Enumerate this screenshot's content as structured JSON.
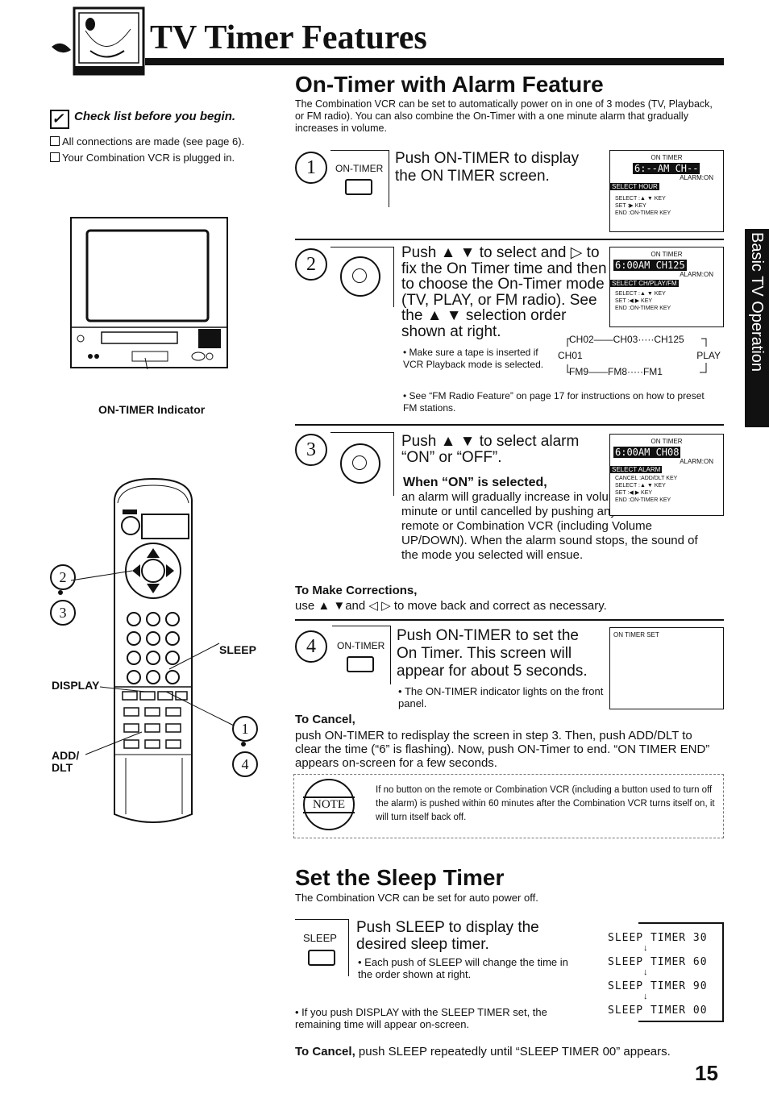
{
  "header": {
    "title": "TV Timer Features",
    "subtitle": "On-Timer with Alarm Feature"
  },
  "checklist": {
    "heading": "Check list before you begin.",
    "items": [
      "All connections are made (see page 6).",
      "Your Combination VCR is plugged in."
    ]
  },
  "figures": {
    "tv_caption": "ON-TIMER Indicator",
    "remote_labels": {
      "sleep": "SLEEP",
      "display": "DISPLAY",
      "add_dlt": "ADD/\nDLT",
      "step2": "2",
      "step3": "3",
      "step1": "1",
      "step4": "4"
    }
  },
  "intro": "The Combination VCR can be set to automatically power on in one of 3 modes (TV, Playback, or FM radio). You can also combine the On-Timer with a one minute alarm that gradually increases in volume.",
  "steps": [
    {
      "number": "1",
      "button": "ON-TIMER",
      "text": "Push ON-TIMER to display the ON TIMER screen.",
      "screen": {
        "line1": "ON TIMER",
        "line2": "6:--AM CH--",
        "line3": "ALARM:ON",
        "bar": "SELECT HOUR",
        "keys": [
          "SELECT :▲ ▼ KEY",
          "SET :▶ KEY",
          "END :ON-TIMER KEY"
        ]
      }
    },
    {
      "number": "2",
      "text": "Push ▲ ▼ to select and ▷ to fix the On Timer time and then to choose the On-Timer mode (TV, PLAY, or FM radio). See the ▲ ▼ selection order shown at right.",
      "bullets": [
        "Make sure a tape is inserted if VCR Playback mode is selected.",
        "See “FM Radio Feature” on page 17 for instructions on how to preset FM stations."
      ],
      "order": {
        "row1": "CH02——CH03·····CH125",
        "left": "CH01",
        "right": "PLAY",
        "row3": "FM9——FM8·····FM1"
      },
      "screen": {
        "line1": "ON TIMER",
        "line2": "6:00AM CH125",
        "line3": "ALARM:ON",
        "bar": "SELECT CH/PLAY/FM",
        "keys": [
          "SELECT :▲ ▼ KEY",
          "SET :◀ ▶ KEY",
          "END :ON-TIMER KEY"
        ]
      }
    },
    {
      "number": "3",
      "text": "Push ▲ ▼ to select alarm “ON” or “OFF”.",
      "when_heading": "When “ON” is selected,",
      "when_text": "an alarm will gradually increase in volume for one minute or until cancelled by pushing any button on the remote or Combination VCR (including Volume UP/DOWN). When the alarm sound stops, the sound of the mode you selected will ensue.",
      "screen": {
        "line1": "ON TIMER",
        "line2": "6:00AM CH08",
        "line3": "ALARM:ON",
        "bar": "SELECT ALARM",
        "keys": [
          "CANCEL :ADD/DLT KEY",
          "SELECT :▲ ▼ KEY",
          "SET :◀ ▶ KEY",
          "END :ON-TIMER KEY"
        ]
      }
    },
    {
      "number": "4",
      "button": "ON-TIMER",
      "text": "Push ON-TIMER to set the On Timer. This screen will appear for about 5 seconds.",
      "bullet": "The ON-TIMER indicator lights on the front panel.",
      "screen": {
        "line1": "ON TIMER SET"
      }
    }
  ],
  "corrections": {
    "heading": "To Make Corrections,",
    "text": "use ▲ ▼and ◁ ▷ to move back and correct as necessary."
  },
  "cancel": {
    "heading": "To Cancel,",
    "text": "push ON-TIMER to redisplay the screen in step 3. Then, push ADD/DLT to clear the time (“6” is flashing). Now, push ON-Timer to end. “ON TIMER END” appears on-screen for a few seconds."
  },
  "note": {
    "label": "NOTE",
    "text": "If no button on the remote or Combination VCR (including a button used to turn off the alarm) is pushed within 60 minutes after the Combination VCR turns itself on, it will turn itself back off."
  },
  "sleep": {
    "title": "Set the Sleep Timer",
    "intro": "The Combination VCR can be set for auto power off.",
    "button": "SLEEP",
    "text": "Push SLEEP to display the desired sleep timer.",
    "bullet": "Each push of SLEEP will change the time in the order shown at right.",
    "bullet2": "If you push DISPLAY with the SLEEP TIMER set, the remaining time will appear on-screen.",
    "sequence": [
      "SLEEP TIMER 30",
      "SLEEP TIMER 60",
      "SLEEP TIMER 90",
      "SLEEP TIMER 00"
    ],
    "cancel_heading": "To Cancel,",
    "cancel_text": "push SLEEP repeatedly until “SLEEP TIMER 00” appears."
  },
  "side_tab": "Basic TV Operation",
  "page_number": "15"
}
